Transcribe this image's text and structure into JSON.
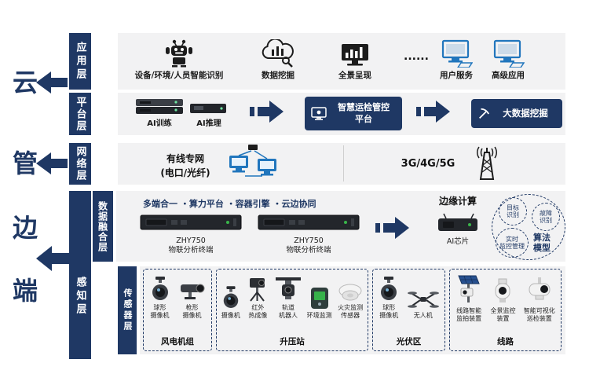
{
  "colors": {
    "navy": "#1f3864",
    "blue": "#2176bd",
    "row_bg": "#f2f2f3"
  },
  "side": {
    "chars": [
      {
        "label": "云"
      },
      {
        "label": "管"
      },
      {
        "label": "边"
      },
      {
        "label": "端"
      }
    ]
  },
  "bars": {
    "application": "应用层",
    "platform": "平台层",
    "network": "网络层",
    "perception": "感知层",
    "fusion": "数据融合层",
    "sensor": "传感器层"
  },
  "application": {
    "items": [
      {
        "label": "设备/环境/人员智能识别",
        "icon": "robot-icon"
      },
      {
        "label": "数据挖掘",
        "icon": "cloud-mining-icon"
      },
      {
        "label": "全景呈现",
        "icon": "monitor-chart-icon"
      },
      {
        "label": "......",
        "icon": "ellipsis"
      },
      {
        "label": "用户服务",
        "icon": "desktop-icon"
      },
      {
        "label": "高级应用",
        "icon": "desktop-icon"
      }
    ]
  },
  "platform": {
    "servers": [
      {
        "label": "AI训练",
        "icon": "server-stack-icon"
      },
      {
        "label": "AI推理",
        "icon": "edge-server-icon"
      }
    ],
    "control_box": "智慧运检管控\n平台",
    "mining_box": "大数据挖掘"
  },
  "network": {
    "wired": "有线专网\n(电口/光纤)",
    "wireless": "3G/4G/5G"
  },
  "fusion": {
    "features": "多端合一 ・算力平台 ・容器引擎 ・云边协同",
    "devices": [
      {
        "name": "ZHY750",
        "desc": "物联分析终端"
      },
      {
        "name": "ZHY750",
        "desc": "物联分析终端"
      }
    ],
    "edge_title": "边缘计算",
    "chip_label": "AI芯片",
    "algo": {
      "title": "算法\n模型",
      "items": [
        {
          "label": "目标\n识别"
        },
        {
          "label": "故障\n识别"
        },
        {
          "label": "实时\n监控管理"
        }
      ]
    }
  },
  "sensor": {
    "groups": [
      {
        "title": "风电机组",
        "items": [
          {
            "label": "球形\n摄像机",
            "icon": "dome-camera-icon"
          },
          {
            "label": "枪形\n摄像机",
            "icon": "bullet-camera-icon"
          }
        ]
      },
      {
        "title": "升压站",
        "items": [
          {
            "label": "摄像机",
            "icon": "dome-camera-icon"
          },
          {
            "label": "红外\n热成像",
            "icon": "thermal-camera-icon"
          },
          {
            "label": "轨道\n机器人",
            "icon": "rail-robot-icon"
          },
          {
            "label": "环境监测",
            "icon": "env-monitor-icon"
          },
          {
            "label": "火灾监测\n传感器",
            "icon": "smoke-detector-icon"
          }
        ]
      },
      {
        "title": "光伏区",
        "items": [
          {
            "label": "球形\n摄像机",
            "icon": "dome-camera-icon"
          },
          {
            "label": "无人机",
            "icon": "drone-icon"
          }
        ]
      },
      {
        "title": "线路",
        "items": [
          {
            "label": "线路智能\n监拍装置",
            "icon": "solar-monitor-icon"
          },
          {
            "label": "全景监控\n装置",
            "icon": "panorama-device-icon"
          },
          {
            "label": "智能可视化\n巡检装置",
            "icon": "ptz-camera-icon"
          }
        ]
      }
    ]
  }
}
